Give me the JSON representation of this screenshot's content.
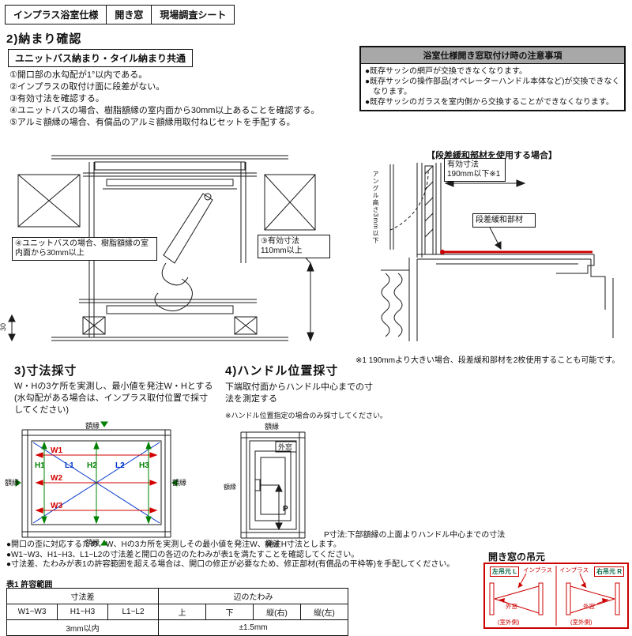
{
  "colors": {
    "w_arrow_red": "#d40000",
    "h_arrow_green": "#008000",
    "l_line_blue": "#0033cc",
    "hinge_red": "#cc0000",
    "notice_header_bg": "#a8a8a8"
  },
  "header": {
    "parts": [
      "インプラス浴室仕様",
      "開き窓",
      "現場調査シート"
    ]
  },
  "section2": {
    "heading": "2)納まり確認",
    "box_title": "ユニットバス納まり・タイル納まり共通",
    "items": [
      "①開口部の水勾配が1°以内である。",
      "②インプラスの取付け面に段差がない。",
      "③有効寸法を確認する。",
      "④ユニットバスの場合、樹脂額縁の室内面から30mm以上あることを確認する。",
      "⑤アルミ額縁の場合、有償品のアルミ額縁用取付ねじセットを手配する。"
    ],
    "notice": {
      "title": "浴室仕様開き窓取付け時の注意事項",
      "items": [
        "●既存サッシの網戸が交換できなくなります。",
        "●既存サッシの操作部品(オペレーターハンドル本体など)が交換できなくなります。",
        "●既存サッシのガラスを室内側から交換することができなくなります。"
      ]
    }
  },
  "drawing1": {
    "callout4": "④ユニットバスの場合、樹脂額縁の室内面から30mm以上",
    "callout3": "③有効寸法 110mm以上",
    "dim30": "30"
  },
  "drawing2": {
    "title": "【段差緩和部材を使用する場合】",
    "callout_yuko": "有効寸法 190mm以下※1",
    "callout_member": "段差緩和部材",
    "angle_note": "アングル高さ3mm以下",
    "footnote": "※1 190mmより大きい場合、段差緩和部材を2枚使用することも可能です。"
  },
  "section3": {
    "heading": "3)寸法採寸",
    "desc": "W・Hの3ケ所を実測し、最小値を発注W・Hとする(水勾配がある場合は、インプラス取付位置で採寸してください)",
    "labels": {
      "w1": "W1",
      "w2": "W2",
      "w3": "W3",
      "h1": "H1",
      "h2": "H2",
      "h3": "H3",
      "l1": "L1",
      "l2": "L2",
      "frame": "額縁"
    }
  },
  "section4": {
    "heading": "4)ハンドル位置採寸",
    "desc": "下端取付面からハンドル中心までの寸法を測定する",
    "note": "※ハンドル位置指定の場合のみ採寸してください。",
    "p_note": "P寸法:下部額縁の上面よりハンドル中心までの寸法",
    "labels": {
      "outer_window": "外窓",
      "p": "P",
      "frame": "額縁"
    }
  },
  "bullets": [
    "●開口の歪に対応するため、W、Hの3カ所を実測しその最小値を発注W、発注H寸法とします。",
    "●W1~W3、H1~H3、L1~L2の寸法差と開口の各辺のたわみが表1を満たすことを確認してください。",
    "●寸法差、たわみが表1の許容範囲を超える場合は、開口の修正が必要なため、修正部材(有償品の平枠等)を手配してください。"
  ],
  "table1": {
    "caption": "表1 許容範囲",
    "group_headers": [
      "寸法差",
      "辺のたわみ"
    ],
    "col_headers": [
      "W1~W3",
      "H1~H3",
      "L1~L2",
      "上",
      "下",
      "縦(右)",
      "縦(左)"
    ],
    "values": [
      "3mm以内",
      "±1.5mm"
    ]
  },
  "hinge": {
    "title": "開き窓の吊元",
    "left": {
      "label": "左吊元 L",
      "inplus": "インプラス",
      "outer": "外窓",
      "outside": "(室外側)"
    },
    "right": {
      "label": "右吊元 R",
      "inplus": "インプラス",
      "outer": "外窓",
      "outside": "(室外側)"
    }
  }
}
